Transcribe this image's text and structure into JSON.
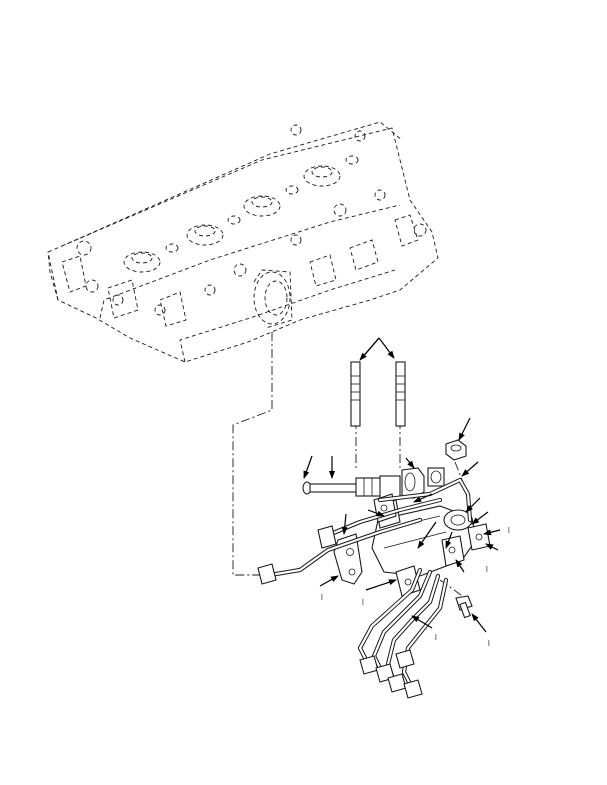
{
  "figure": {
    "description_hidden": "",
    "callout_marks": [
      "l",
      "l",
      "l",
      "l",
      "l",
      "l"
    ]
  }
}
